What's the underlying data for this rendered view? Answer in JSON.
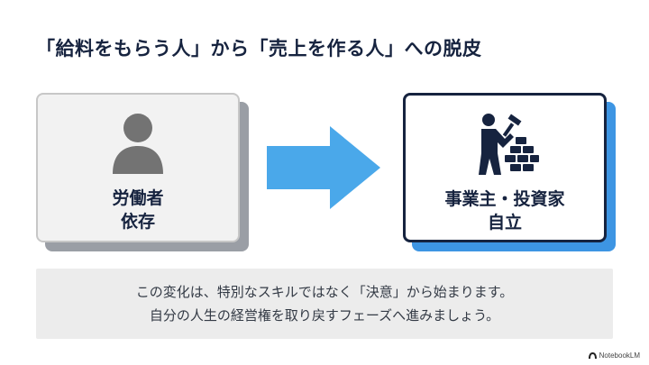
{
  "title": "「給料をもらう人」から「売上を作る人」への脱皮",
  "left_card": {
    "line1": "労働者",
    "line2": "依存",
    "icon": "person-icon"
  },
  "arrow": {
    "icon": "right-arrow-icon",
    "color": "#4aa8ea"
  },
  "right_card": {
    "line1": "事業主・投資家",
    "line2": "自立",
    "icon": "builder-icon"
  },
  "note": {
    "line1": "この変化は、特別なスキルではなく「決意」から始まります。",
    "line2": "自分の人生の経営権を取り戻すフェーズへ進みましょう。"
  },
  "brand": "NotebookLM",
  "colors": {
    "navy": "#16233f",
    "blue": "#4aa8ea",
    "gray": "#9a9ea5",
    "note_bg": "#ececec"
  }
}
